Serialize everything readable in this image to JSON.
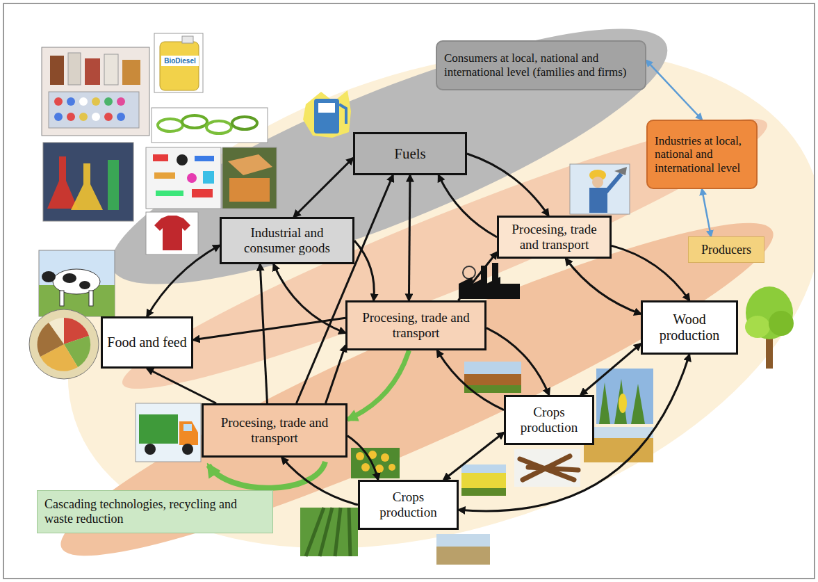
{
  "diagram": {
    "nodes": [
      {
        "text": [
          "Consumers at local, national and international level (families and firms)"
        ]
      },
      {
        "text": [
          "Fuels"
        ]
      },
      {
        "text": [
          "Industries at local, national and international level"
        ]
      },
      {
        "text": [
          "Industrial and consumer goods"
        ]
      },
      {
        "text": [
          "Procesing, trade and transport"
        ]
      },
      {
        "text": [
          "Producers"
        ]
      },
      {
        "text": [
          "Procesing, trade and transport"
        ]
      },
      {
        "text": [
          "Food and feed"
        ]
      },
      {
        "text": [
          "Wood production"
        ]
      },
      {
        "text": [
          "Crops production"
        ]
      },
      {
        "text": [
          "Procesing, trade and transport"
        ]
      },
      {
        "text": [
          "Crops production"
        ]
      },
      {
        "text": [
          "Cascading technologies, recycling and waste reduction"
        ]
      }
    ],
    "edges": [
      {
        "from": 0,
        "to": 2,
        "arrow": "both"
      },
      {
        "from": 2,
        "to": 5,
        "arrow": "both"
      },
      {
        "from": 3,
        "to": 1,
        "arrow": "both"
      },
      {
        "from": 1,
        "to": 4,
        "arrow": "to"
      },
      {
        "from": 4,
        "to": 1,
        "arrow": "to"
      },
      {
        "from": 4,
        "to": 8,
        "arrow": "to"
      },
      {
        "from": 8,
        "to": 4,
        "arrow": "both"
      },
      {
        "from": 6,
        "to": 4,
        "arrow": "to"
      },
      {
        "from": 3,
        "to": 6,
        "arrow": "to"
      },
      {
        "from": 3,
        "to": 7,
        "arrow": "both"
      },
      {
        "from": 6,
        "to": 1,
        "arrow": "both"
      },
      {
        "from": 6,
        "to": 7,
        "arrow": "to"
      },
      {
        "from": 3,
        "to": 6,
        "arrow": "both"
      },
      {
        "from": 6,
        "to": 9,
        "arrow": "to"
      },
      {
        "from": 9,
        "to": 6,
        "arrow": "to"
      },
      {
        "from": 9,
        "to": 8,
        "arrow": "both"
      },
      {
        "from": 8,
        "to": 11,
        "arrow": "both"
      },
      {
        "from": 9,
        "to": 11,
        "arrow": "both"
      },
      {
        "from": 10,
        "to": 7,
        "arrow": "to"
      },
      {
        "from": 10,
        "to": 3,
        "arrow": "to"
      },
      {
        "from": 10,
        "to": 1,
        "arrow": "to"
      },
      {
        "from": 10,
        "to": 6,
        "arrow": "to"
      },
      {
        "from": 10,
        "to": 11,
        "arrow": "to"
      },
      {
        "from": 11,
        "to": 10,
        "arrow": "to"
      },
      {
        "from": 6,
        "to": 10,
        "arrow": "to"
      }
    ],
    "labels": [
      "BioDiesel"
    ]
  }
}
